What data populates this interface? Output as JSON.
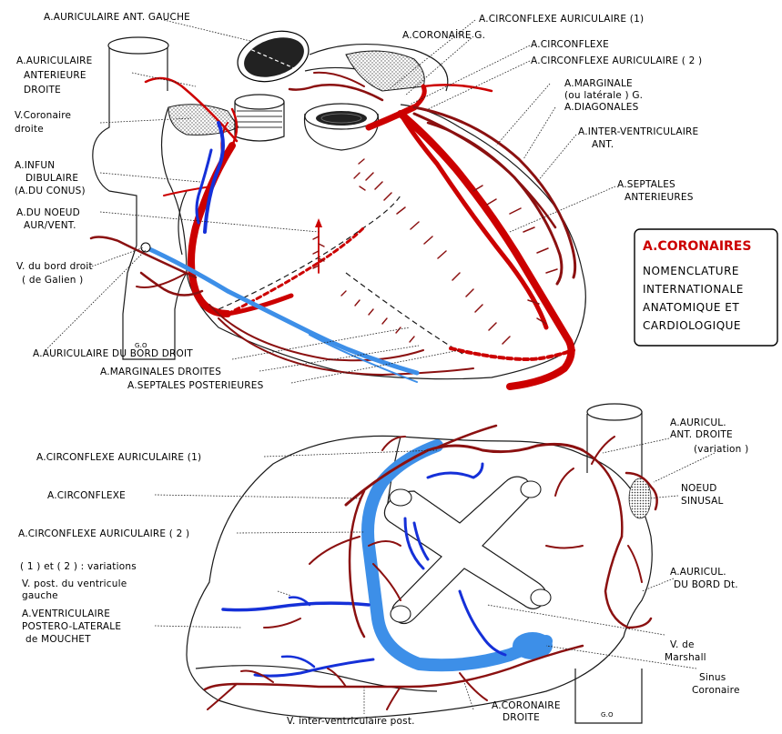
{
  "anterior_view": {
    "labels": [
      "A.AURICULAIRE ANT. GAUCHE",
      "A.AURICULAIRE",
      "ANTERIEURE",
      "DROITE",
      "V.Coronaire",
      "droite",
      "A.INFUN",
      "DIBULAIRE",
      "(A.DU CONUS)",
      "A.DU NOEUD",
      "AUR/VENT.",
      "V. du bord droit",
      "( de Galien )",
      "A.AURICULAIRE DU BORD DROIT",
      "A.MARGINALES DROITES",
      "A.SEPTALES POSTERIEURES",
      "A.CIRCONFLEXE AURICULAIRE (1)",
      "A.CORONAİRE G.",
      "A.CIRCONFLEXE",
      "A.CIRCONFLEXE AURICULAIRE ( 2 )",
      "A.MARGINALE",
      "(ou latérale ) G.",
      "A.DIAGONALES",
      "A.INTER-VENTRICULAIRE",
      "ANT.",
      "A.SEPTALES",
      "ANTERIEURES"
    ],
    "vessel_mark": "G.O"
  },
  "legend_box": {
    "title": "A.CORONAIRES",
    "lines": [
      "NOMENCLATURE",
      "INTERNATIONALE",
      "ANATOMIQUE ET",
      "CARDIOLOGIQUE"
    ],
    "title_color": "#cc0000"
  },
  "posterior_view": {
    "labels": [
      "A.CIRCONFLEXE AURICULAIRE (1)",
      "A.CIRCONFLEXE",
      "A.CIRCONFLEXE AURICULAIRE ( 2 )",
      "( 1 ) et ( 2 ) : variations",
      "V. post. du ventricule",
      "gauche",
      "A.VENTRICULAIRE",
      "POSTERO-LATERALE",
      "de MOUCHET",
      "V. inter-ventriculaire post.",
      "A.CORONAIRE",
      "DROITE",
      "A.AURICUL.",
      "ANT. DROITE",
      "(variation )",
      "NOEUD",
      "SINUSAL",
      "A.AURICUL.",
      "DU BORD Dt.",
      "V. de",
      "Marshall",
      "Sinus",
      "Coronaire"
    ],
    "vessel_mark": "G.O"
  },
  "colors": {
    "artery": "#cc0000",
    "artery_dark": "#8b1010",
    "vein": "#1530d8",
    "vein_light": "#3d8fe8",
    "outline": "#1a1a1a"
  }
}
